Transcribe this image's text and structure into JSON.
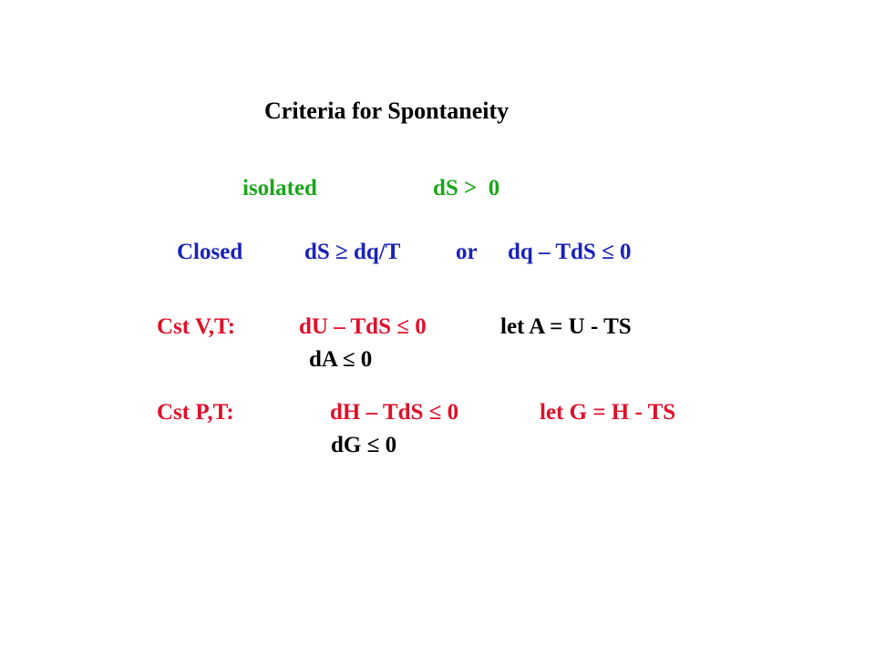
{
  "title": "Criteria for Spontaneity",
  "isolated": {
    "label": "isolated",
    "condition": "dS >  0"
  },
  "closed": {
    "label": "Closed",
    "condition": "dS ≥ dq/T",
    "connector": "or",
    "condition2": "dq – TdS ≤ 0"
  },
  "const_VT": {
    "label": "Cst V,T:",
    "condition": "dU – TdS ≤ 0",
    "definition": "let A = U - TS",
    "result": "dA ≤ 0"
  },
  "const_PT": {
    "label": "Cst P,T:",
    "condition": "dH – TdS ≤ 0",
    "definition": "let G = H - TS",
    "result": "dG ≤ 0"
  },
  "colors": {
    "text": "#000000",
    "isolated": "#1aa61a",
    "closed": "#1a22b8",
    "constant": "#e0102a"
  }
}
